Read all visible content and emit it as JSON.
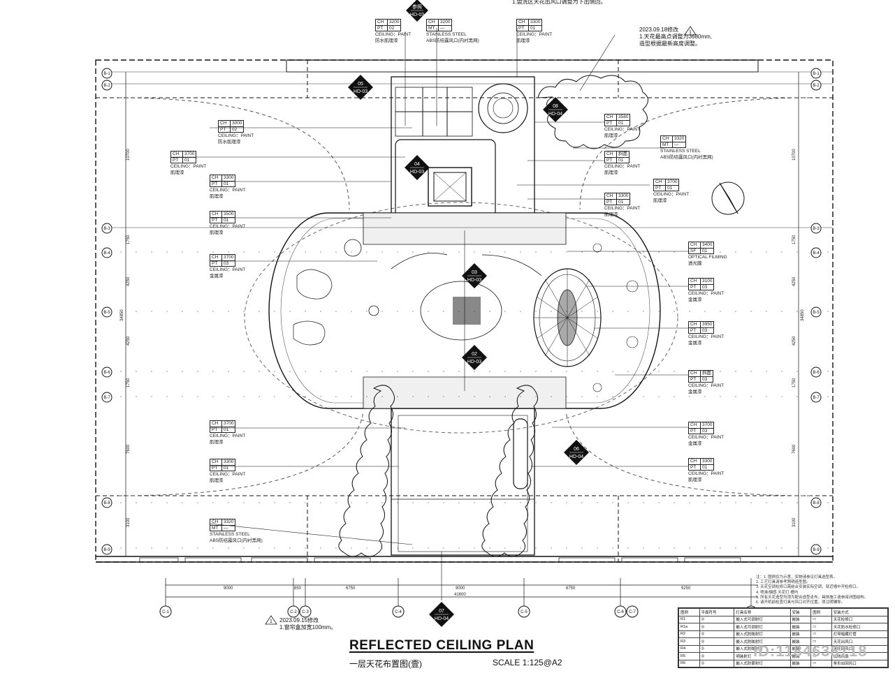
{
  "drawing": {
    "title": "REFLECTED CEILING PLAN",
    "subtitle": "一层天花布置图(壹)",
    "scale": "SCALE 1:125@A2",
    "watermark_id": "ID:1184638718"
  },
  "revisions": [
    {
      "date": "2023.09.18修改",
      "note": "1.天花最高点调整为3680mm,",
      "note2": "造型根据最新高度调整。"
    },
    {
      "date": "2023.09.15修改",
      "note": "1.窗帘盒加宽100mm。",
      "note2": ""
    }
  ],
  "top_note": "1.盥洗区天花出风口调整为下出侧回。",
  "section_markers": [
    {
      "id": "05",
      "sheet": "HD-03"
    },
    {
      "id": "04",
      "sheet": "HD-03"
    },
    {
      "id": "03",
      "sheet": "HD-03"
    },
    {
      "id": "02",
      "sheet": "HD-03"
    },
    {
      "id": "06",
      "sheet": "HD-04"
    },
    {
      "id": "08",
      "sheet": "HD-04"
    },
    {
      "id": "07",
      "sheet": "HD-04"
    },
    {
      "id": "参照",
      "sheet": "HD-03"
    }
  ],
  "ceiling_tags": [
    {
      "ch": "3200",
      "code": "PT",
      "num": "02",
      "l1": "CEILING：PAINT",
      "l2": "防水肌理漆"
    },
    {
      "ch": "3200",
      "code": "MT",
      "num": "—",
      "l1": "STAINLESS STEEL",
      "l2": "ABS防结露风口(内衬黑网)"
    },
    {
      "ch": "3300",
      "code": "PT",
      "num": "01",
      "l1": "CEILING：PAINT",
      "l2": "肌理漆"
    },
    {
      "ch": "3000",
      "code": "PT",
      "num": "02",
      "l1": "CEILING：PAINT",
      "l2": "防水肌理漆"
    },
    {
      "ch": "3700",
      "code": "PT",
      "num": "01",
      "l1": "CEILING：PAINT",
      "l2": "肌理漆"
    },
    {
      "ch": "3300",
      "code": "PT",
      "num": "01",
      "l1": "CEILING：PAINT",
      "l2": "肌理漆"
    },
    {
      "ch": "3500",
      "code": "PT",
      "num": "01",
      "l1": "CEILING：PAINT",
      "l2": "肌理漆"
    },
    {
      "ch": "3700",
      "code": "PT",
      "num": "03",
      "l1": "CEILING：PAINT",
      "l2": "金属漆"
    },
    {
      "ch": "3580",
      "code": "PT",
      "num": "01",
      "l1": "CEILING：PAINT",
      "l2": "肌理漆"
    },
    {
      "ch": "3320",
      "code": "MT",
      "num": "—",
      "l1": "STAINLESS STEEL",
      "l2": "ABS防结露风口(内衬黑网)"
    },
    {
      "ch": "斜面",
      "code": "PT",
      "num": "01",
      "l1": "CEILING：PAINT",
      "l2": "肌理漆"
    },
    {
      "ch": "3700",
      "code": "PT",
      "num": "01",
      "l1": "CEILING：PAINT",
      "l2": "肌理漆"
    },
    {
      "ch": "3300",
      "code": "PT",
      "num": "01",
      "l1": "CEILING：PAINT",
      "l2": "肌理漆"
    },
    {
      "ch": "3400",
      "code": "SF",
      "num": "01",
      "l1": "OPTICAL FILMING",
      "l2": "透光膜"
    },
    {
      "ch": "3100",
      "code": "PT",
      "num": "03",
      "l1": "CEILING：PAINT",
      "l2": "金属漆"
    },
    {
      "ch": "3950",
      "code": "PT",
      "num": "03",
      "l1": "CEILING：PAINT",
      "l2": "金属漆"
    },
    {
      "ch": "斜面",
      "code": "PT",
      "num": "03",
      "l1": "CEILING：PAINT",
      "l2": "金属漆"
    },
    {
      "ch": "3700",
      "code": "PT",
      "num": "01",
      "l1": "CEILING：PAINT",
      "l2": "肌理漆"
    },
    {
      "ch": "3700",
      "code": "PT",
      "num": "03",
      "l1": "CEILING：PAINT",
      "l2": "金属漆"
    },
    {
      "ch": "3300",
      "code": "PT",
      "num": "01",
      "l1": "CEILING：PAINT",
      "l2": "肌理漆"
    },
    {
      "ch": "3300",
      "code": "PT",
      "num": "01",
      "l1": "CEILING：PAINT",
      "l2": "肌理漆"
    },
    {
      "ch": "3320",
      "code": "MT",
      "num": "—",
      "l1": "STAINLESS STEEL",
      "l2": "ABS防结露风口(内衬黑网)"
    }
  ],
  "grid_rows": [
    "B-1",
    "B-2",
    "B-3",
    "B-4",
    "B-5",
    "B-6",
    "B-7",
    "B-8"
  ],
  "grid_cols": [
    "C-1",
    "C-2",
    "C-3",
    "C-4",
    "C-5",
    "C-6",
    "C-7"
  ],
  "dims_bottom": [
    "9000",
    "850",
    "6750",
    "9000",
    "6750",
    "9250"
  ],
  "dim_total": "41600",
  "dims_side": [
    "10700",
    "1750",
    "4250",
    "4250",
    "1750",
    "7600",
    "3100",
    "34850"
  ],
  "notes": [
    "注：1. 图例仅为示意，实物请参见灯具选型表。",
    "2. 工艺灯具请参考照明造型图。",
    "3. 天花空调检修口需结合安装实际空调，就近墙中开检修口。",
    "4. 喷淋/烟感 天花灯 槽内",
    "5. 所有天花造型均须为配合造型走布，具体施工请参阅详图结构。",
    "6. 请开机前检查灯具与风口对齐位置，须注明辅导。"
  ],
  "legend": {
    "headers": [
      "图例",
      "平面符号",
      "灯具名称",
      "安装",
      "图例",
      "安装方式"
    ],
    "rows": [
      [
        "R1",
        "嵌入式可调射灯",
        "嵌装",
        "天花检修口"
      ],
      [
        "R1a",
        "嵌入式可调射灯",
        "嵌装",
        "天花防水检修口"
      ],
      [
        "R2",
        "嵌入式防眩射灯",
        "嵌装",
        "灯带暗藏灯管"
      ],
      [
        "R3",
        "嵌入式防眩射灯",
        "嵌装",
        "天花出风口"
      ],
      [
        "R4",
        "嵌入式防眩射灯",
        "嵌装",
        "天花回风口"
      ],
      [
        "R5",
        "明装射灯",
        "嵌装",
        "出线风扇"
      ],
      [
        "R6",
        "嵌入式防雾射灯",
        "嵌装",
        "条形出回风口"
      ]
    ]
  }
}
